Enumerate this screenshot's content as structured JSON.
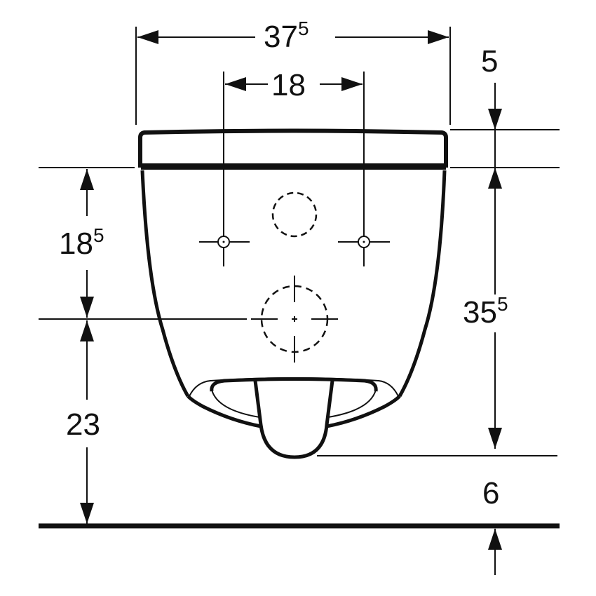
{
  "drawing": {
    "type": "technical dimension drawing",
    "subject": "wall-hung toilet, rear view with mounting points",
    "line_color": "#111111",
    "background": "#ffffff"
  },
  "dimensions": {
    "overall_width": {
      "main": "37",
      "sup": "5"
    },
    "bolt_spacing": {
      "main": "18",
      "sup": ""
    },
    "seat_thickness": {
      "main": "5",
      "sup": ""
    },
    "bolt_to_outlet": {
      "main": "18",
      "sup": "5"
    },
    "seat_to_bottom": {
      "main": "35",
      "sup": "5"
    },
    "outlet_height": {
      "main": "23",
      "sup": ""
    },
    "bottom_to_floor": {
      "main": "6",
      "sup": ""
    }
  }
}
